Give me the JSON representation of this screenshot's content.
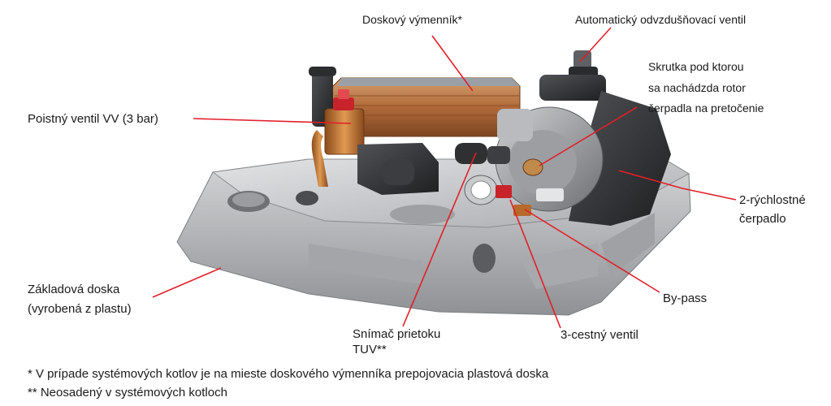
{
  "labels": {
    "plate_exchanger": "Doskový výmenník*",
    "air_vent": "Automatický odvzdušňovací ventil",
    "pump_screw": [
      "Skrutka pod ktorou",
      "sa nachádzda rotor",
      "čerpadla na pretočenie"
    ],
    "safety_valve": "Poistný ventil VV (3 bar)",
    "pump": [
      "2-rýchlostné",
      "čerpadlo"
    ],
    "base_plate": [
      "Základová doska",
      "(vyrobená z plastu)"
    ],
    "bypass": "By-pass",
    "flow_sensor": [
      "Snímač prietoku",
      "TUV**"
    ],
    "three_way_valve": "3-cestný ventil"
  },
  "footnotes": [
    "* V prípade systémových kotlov je na mieste doskového výmenníka prepojovacia plastová doska",
    "** Neosadený v systémových kotloch"
  ],
  "colors": {
    "leader": "#e0202a",
    "plastic_base": "#b8b9bb",
    "copper": "#b5733f",
    "pump_body": "#3a3b3d",
    "red_cap": "#c8232b"
  }
}
